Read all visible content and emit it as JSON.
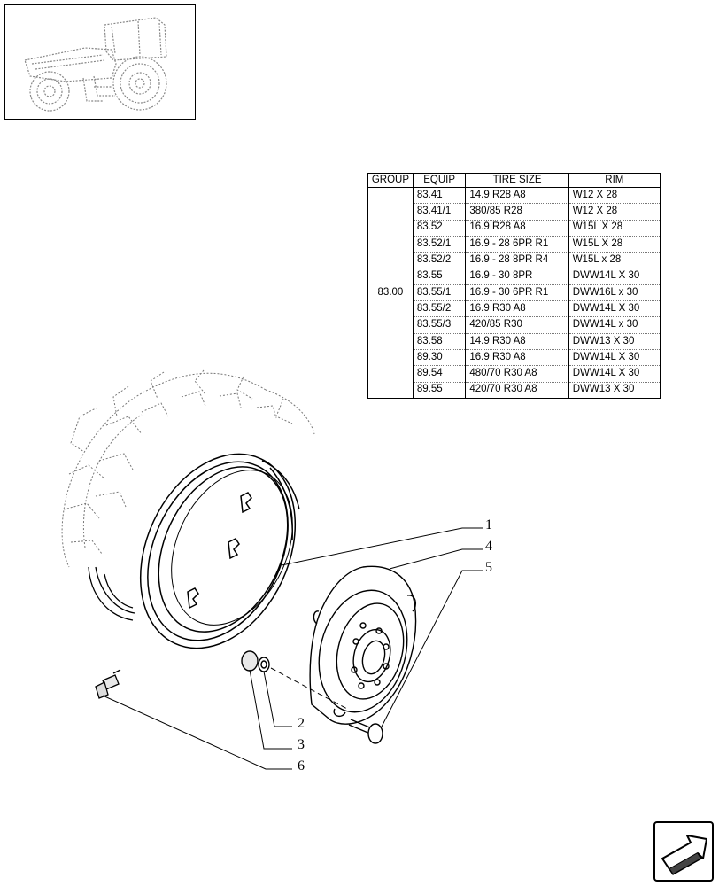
{
  "table": {
    "headers": [
      "GROUP",
      "EQUIP",
      "TIRE SIZE",
      "RIM"
    ],
    "group": "83.00",
    "rows": [
      {
        "equip": "83.41",
        "tire": "14.9 R28 A8",
        "rim": "W12 X 28"
      },
      {
        "equip": "83.41/1",
        "tire": "380/85 R28",
        "rim": "W12 X 28"
      },
      {
        "equip": "83.52",
        "tire": "16.9 R28 A8",
        "rim": "W15L X 28"
      },
      {
        "equip": "83.52/1",
        "tire": "16.9 - 28 6PR R1",
        "rim": "W15L X 28"
      },
      {
        "equip": "83.52/2",
        "tire": "16.9 - 28 8PR R4",
        "rim": "W15L x 28"
      },
      {
        "equip": "83.55",
        "tire": "16.9 - 30 8PR",
        "rim": "DWW14L X 30"
      },
      {
        "equip": "83.55/1",
        "tire": "16.9 - 30 6PR R1",
        "rim": "DWW16L x 30"
      },
      {
        "equip": "83.55/2",
        "tire": "16.9 R30 A8",
        "rim": "DWW14L X 30"
      },
      {
        "equip": "83.55/3",
        "tire": "420/85 R30",
        "rim": "DWW14L x 30"
      },
      {
        "equip": "83.58",
        "tire": "14.9 R30 A8",
        "rim": "DWW13 X 30"
      },
      {
        "equip": "89.30",
        "tire": "16.9 R30 A8",
        "rim": "DWW14L X 30"
      },
      {
        "equip": "89.54",
        "tire": "480/70 R30 A8",
        "rim": "DWW14L X 30"
      },
      {
        "equip": "89.55",
        "tire": "420/70 R30 A8",
        "rim": "DWW13 X 30"
      }
    ]
  },
  "callouts": {
    "c1": "1",
    "c2": "2",
    "c3": "3",
    "c4": "4",
    "c5": "5",
    "c6": "6"
  },
  "icons": {
    "thumbnail": "tractor-thumbnail-icon",
    "navigation": "next-page-arrow-icon"
  }
}
